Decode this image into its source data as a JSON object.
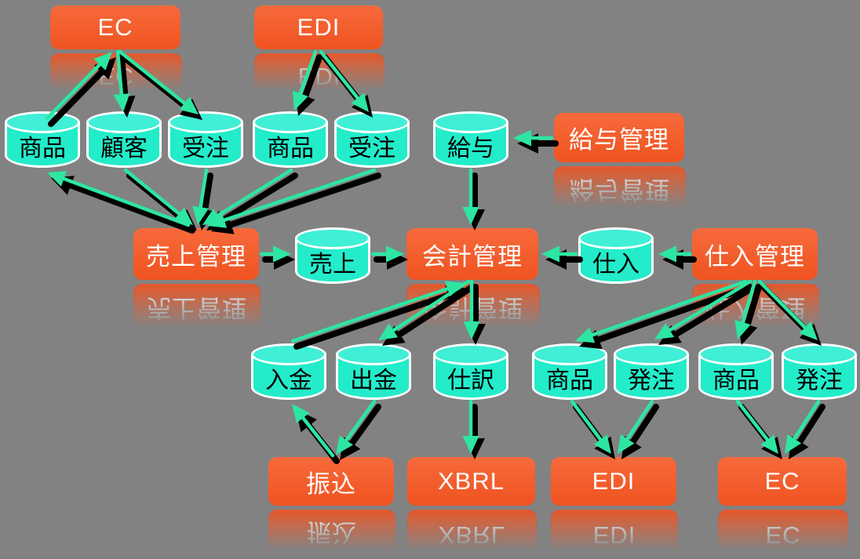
{
  "diagram": {
    "colors": {
      "background": "#828282",
      "box_top": "#f76a3c",
      "box_bottom": "#ef5320",
      "box_text": "#ffffff",
      "cylinder_body": "#23ecca",
      "cylinder_top": "#3fefd6",
      "cylinder_outline": "#ffffff",
      "cylinder_text": "#000000",
      "arrow": "#2de6a2",
      "arrow_shadow": "#000000"
    },
    "boxes": {
      "ec_top": {
        "label": "EC"
      },
      "edi_top": {
        "label": "EDI"
      },
      "kyuyo_kanri": {
        "label": "給与管理"
      },
      "uriage_kanri": {
        "label": "売上管理"
      },
      "kaikei_kanri": {
        "label": "会計管理"
      },
      "shiire_kanri": {
        "label": "仕入管理"
      },
      "furikomi": {
        "label": "振込"
      },
      "xbrl": {
        "label": "XBRL"
      },
      "edi_bottom": {
        "label": "EDI"
      },
      "ec_bottom": {
        "label": "EC"
      }
    },
    "databases": {
      "shohin1": {
        "label": "商品"
      },
      "kokyaku": {
        "label": "顧客"
      },
      "juchu1": {
        "label": "受注"
      },
      "shohin2": {
        "label": "商品"
      },
      "juchu2": {
        "label": "受注"
      },
      "kyuyo": {
        "label": "給与"
      },
      "uriage": {
        "label": "売上"
      },
      "shiire": {
        "label": "仕入"
      },
      "nyukin": {
        "label": "入金"
      },
      "shukkin": {
        "label": "出金"
      },
      "shiwake": {
        "label": "仕訳"
      },
      "shohin3": {
        "label": "商品"
      },
      "hatchu1": {
        "label": "発注"
      },
      "shohin4": {
        "label": "商品"
      },
      "hatchu2": {
        "label": "発注"
      }
    },
    "connections": [
      {
        "from": "shohin1",
        "to": "ec_top"
      },
      {
        "from": "ec_top",
        "to": "kokyaku"
      },
      {
        "from": "ec_top",
        "to": "juchu1"
      },
      {
        "from": "edi_top",
        "to": "shohin2"
      },
      {
        "from": "edi_top",
        "to": "juchu2"
      },
      {
        "from": "uriage_kanri",
        "to": "shohin1"
      },
      {
        "from": "kokyaku",
        "to": "uriage_kanri"
      },
      {
        "from": "juchu1",
        "to": "uriage_kanri"
      },
      {
        "from": "shohin2",
        "to": "uriage_kanri"
      },
      {
        "from": "juchu2",
        "to": "uriage_kanri"
      },
      {
        "from": "uriage_kanri",
        "to": "uriage"
      },
      {
        "from": "uriage",
        "to": "kaikei_kanri"
      },
      {
        "from": "kyuyo_kanri",
        "to": "kyuyo"
      },
      {
        "from": "kyuyo",
        "to": "kaikei_kanri"
      },
      {
        "from": "shiire_kanri",
        "to": "shiire"
      },
      {
        "from": "shiire",
        "to": "kaikei_kanri"
      },
      {
        "from": "nyukin",
        "to": "kaikei_kanri"
      },
      {
        "from": "kaikei_kanri",
        "to": "shukkin"
      },
      {
        "from": "kaikei_kanri",
        "to": "shiwake"
      },
      {
        "from": "shiire_kanri",
        "to": "shohin3"
      },
      {
        "from": "shiire_kanri",
        "to": "hatchu1"
      },
      {
        "from": "shiire_kanri",
        "to": "shohin4"
      },
      {
        "from": "shiire_kanri",
        "to": "hatchu2"
      },
      {
        "from": "furikomi",
        "to": "nyukin"
      },
      {
        "from": "shukkin",
        "to": "furikomi"
      },
      {
        "from": "shiwake",
        "to": "xbrl"
      },
      {
        "from": "shohin3",
        "to": "edi_bottom"
      },
      {
        "from": "hatchu1",
        "to": "edi_bottom"
      },
      {
        "from": "shohin4",
        "to": "ec_bottom"
      },
      {
        "from": "hatchu2",
        "to": "ec_bottom"
      }
    ]
  }
}
